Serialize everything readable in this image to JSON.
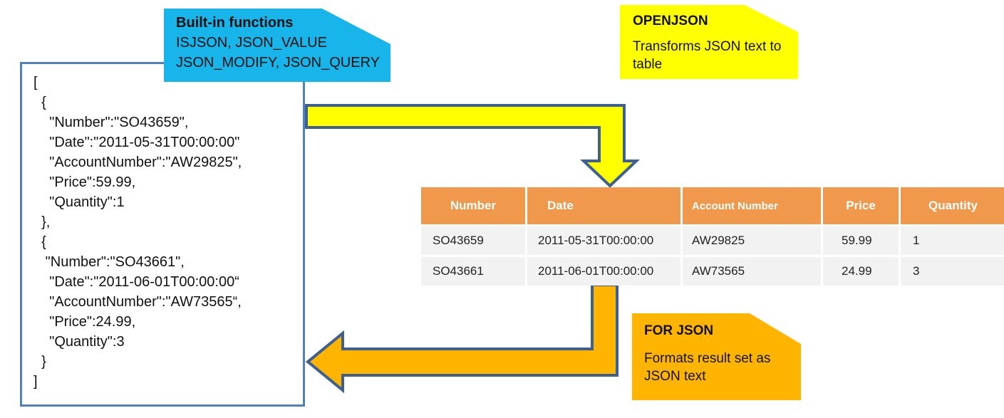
{
  "colors": {
    "cyan_callout": "#18B5EB",
    "yellow_callout": "#FFFF00",
    "amber_callout": "#FFB400",
    "table_header": "#F0984C",
    "table_row_bg": "#F2F2F2",
    "arrow_outline": "#3E6090",
    "yellow_arrow_fill": "#FFFF00",
    "amber_arrow_fill": "#FFB400",
    "json_box_border": "#4F81BD"
  },
  "builtin_callout": {
    "title": "Built-in functions",
    "line1": "ISJSON, JSON_VALUE",
    "line2": "JSON_MODIFY, JSON_QUERY"
  },
  "openjson_callout": {
    "title": "OPENJSON",
    "body": "Transforms JSON text to table"
  },
  "forjson_callout": {
    "title": "FOR JSON",
    "body": "Formats result set as JSON text"
  },
  "json_block": {
    "text": "[\n  {\n    \"Number\":\"SO43659\",\n    \"Date\":\"2011-05-31T00:00:00\"\n    \"AccountNumber\":\"AW29825\",\n    \"Price\":59.99,\n    \"Quantity\":1\n  },\n  {\n   \"Number\":\"SO43661\",\n    \"Date\":\"2011-06-01T00:00:00“\n    \"AccountNumber\":\"AW73565“,\n    \"Price\":24.99,\n    \"Quantity\":3\n  }\n]"
  },
  "table": {
    "columns": [
      "Number",
      "Date",
      "Account Number",
      "Price",
      "Quantity"
    ],
    "rows": [
      [
        "SO43659",
        "2011-05-31T00:00:00",
        "AW29825",
        "59.99",
        "1"
      ],
      [
        "SO43661",
        "2011-06-01T00:00:00",
        "AW73565",
        "24.99",
        "3"
      ]
    ]
  }
}
